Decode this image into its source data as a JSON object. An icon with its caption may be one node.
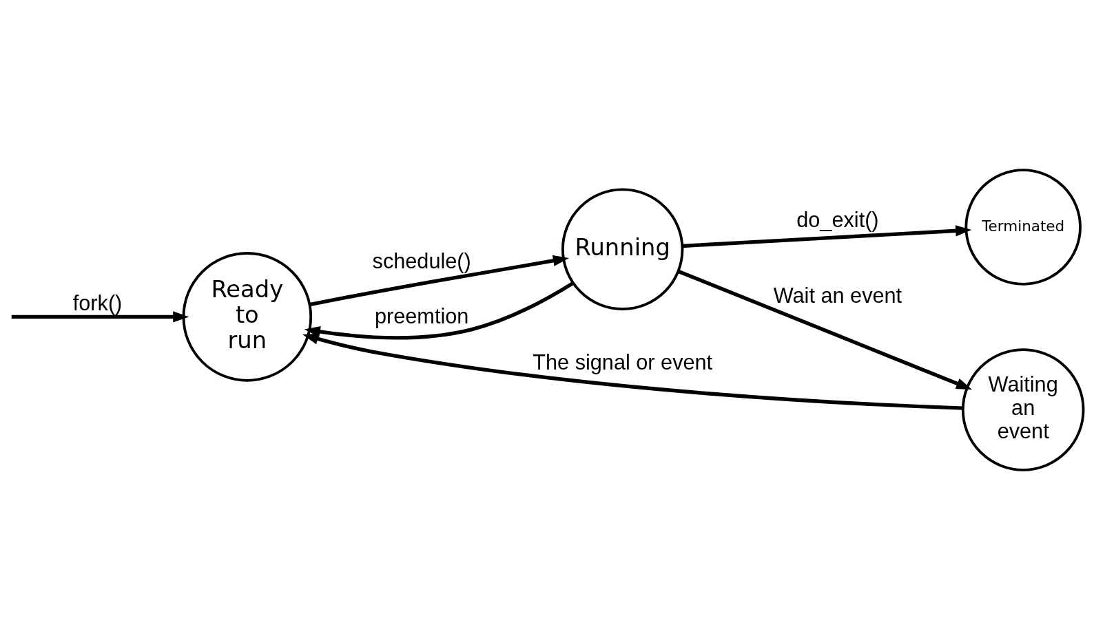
{
  "diagram": {
    "nodes": [
      {
        "text": [
          "Ready to run"
        ]
      },
      {
        "text": [
          "Running"
        ]
      },
      {
        "text": [
          "Terminated"
        ]
      },
      {
        "text": [
          "Waiting an event"
        ]
      }
    ],
    "edges": [
      {
        "from": null,
        "to": 0,
        "arrow": "to",
        "label": "fork()"
      },
      {
        "from": 0,
        "to": 1,
        "arrow": "to",
        "label": "schedule()"
      },
      {
        "from": 1,
        "to": 0,
        "arrow": "to",
        "label": "preemtion"
      },
      {
        "from": 1,
        "to": 2,
        "arrow": "to",
        "label": "do_exit()"
      },
      {
        "from": 1,
        "to": 3,
        "arrow": "to",
        "label": "Wait an event"
      },
      {
        "from": 3,
        "to": 0,
        "arrow": "to",
        "label": "The signal or event"
      }
    ]
  }
}
